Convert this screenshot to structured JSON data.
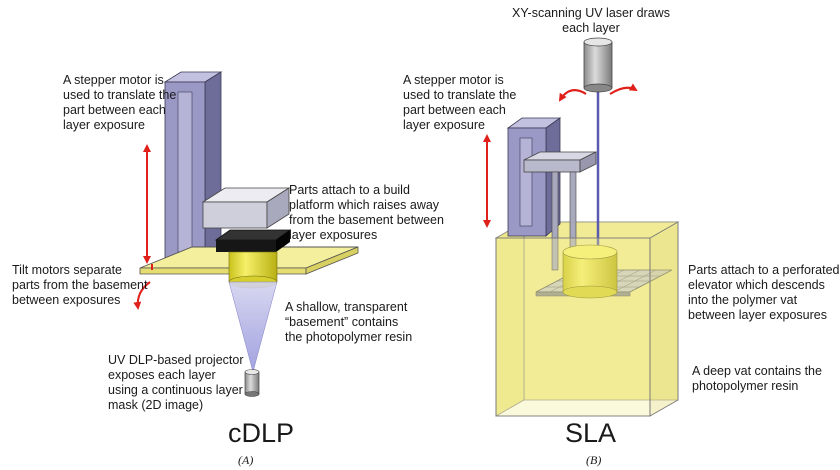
{
  "panels": [
    {
      "title": "cDLP",
      "sublabel": "(A)",
      "annotations": {
        "stepper": [
          "A stepper motor is",
          "used to translate the",
          "part between each",
          "layer exposure"
        ],
        "build_platform": [
          "Parts attach to a build",
          "platform which raises away",
          "from the basement between",
          "layer exposures"
        ],
        "tilt": [
          "Tilt motors separate",
          "parts from the basement",
          "between exposures"
        ],
        "basement": [
          "A shallow, transparent",
          "“basement” contains",
          "the photopolymer resin"
        ],
        "projector": [
          "UV DLP-based projector",
          "exposes each layer",
          "using a continuous layer",
          "mask (2D image)"
        ]
      }
    },
    {
      "title": "SLA",
      "sublabel": "(B)",
      "annotations": {
        "laser": [
          "XY-scanning UV laser draws",
          "each layer"
        ],
        "stepper": [
          "A stepper motor is",
          "used to translate the",
          "part between each",
          "layer exposure"
        ],
        "elevator": [
          "Parts attach to a perforated",
          "elevator which descends",
          "into the polymer vat",
          "between layer exposures"
        ],
        "vat": [
          "A deep vat contains the",
          "photopolymer resin"
        ]
      }
    }
  ],
  "colors": {
    "motor_frame": "#9a98c4",
    "resin": "#f4ef9c",
    "part": "#e9e23a",
    "arrow": "#e0201b",
    "beam": "#b8b8e6",
    "laser_body": "#a9a9a9"
  }
}
